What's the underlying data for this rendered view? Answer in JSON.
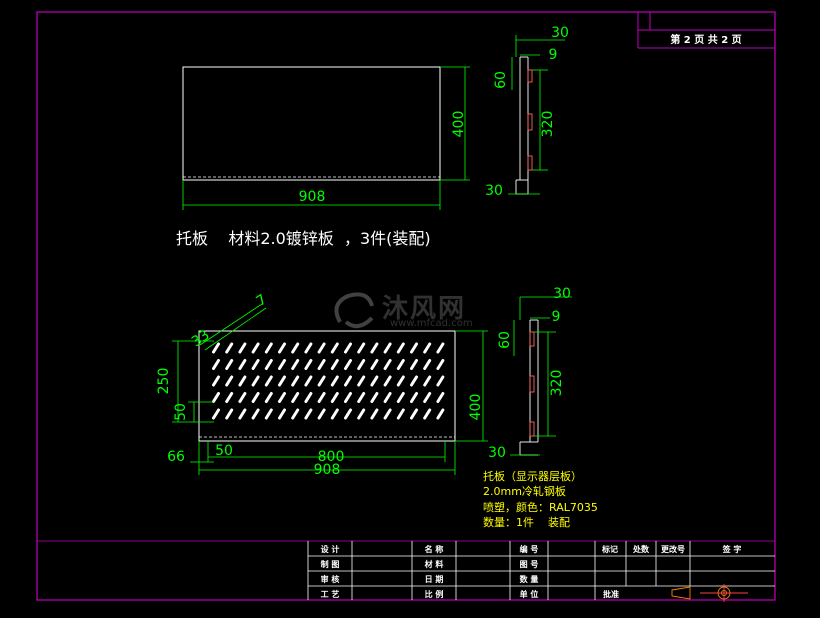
{
  "page_header": {
    "page_info": "第 2 页   共 2 页"
  },
  "views": {
    "top": {
      "title": "托板    材料2.0镀锌板  ，3件(装配)",
      "dims": {
        "width": "908",
        "height": "400"
      },
      "side_dims": {
        "d30_top": "30",
        "d9": "9",
        "d60": "60",
        "d320": "320",
        "d30_bottom": "30"
      }
    },
    "bottom": {
      "dims": {
        "d7": "7",
        "d33": "33",
        "d250": "250",
        "d50_left": "50",
        "d66": "66",
        "d50_bottom": "50",
        "d800": "800",
        "d908": "908",
        "d400": "400"
      },
      "side_dims": {
        "d30_top": "30",
        "d9": "9",
        "d60": "60",
        "d320": "320",
        "d30_bottom": "30"
      },
      "notes": [
        "托板（显示器层板）",
        "2.0mm冷轧钢板",
        "喷塑，颜色：RAL7035",
        "数量：1件    装配"
      ]
    }
  },
  "watermark": {
    "name": "沐风网",
    "url": "www.mfcad.com"
  },
  "title_block": {
    "labels": [
      "设 计",
      "制 图",
      "审 核",
      "工 艺",
      "名 称",
      "材 料",
      "日 期",
      "比 例",
      "编 号",
      "图 号",
      "数 量",
      "单 位",
      "标记",
      "处数",
      "更改号",
      "签 字",
      "批准"
    ]
  },
  "colors": {
    "frame": "#c000c0",
    "line": "#ffffff",
    "dimension": "#00ff00",
    "text_white": "#ffffff",
    "text_cyan": "#00e5ff",
    "notes_yellow": "#ffff00",
    "background": "#000000"
  }
}
